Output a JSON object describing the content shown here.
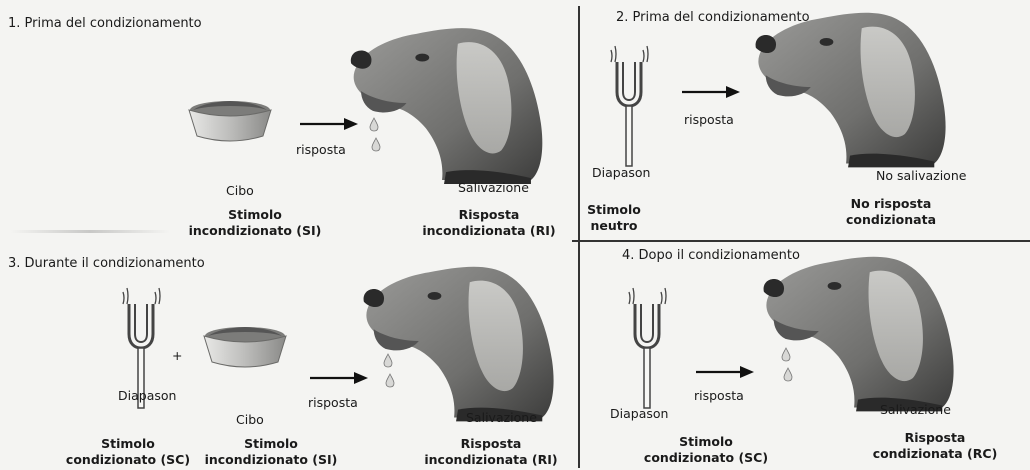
{
  "panels": [
    {
      "title": "1. Prima del condizionamento",
      "arrow_label": "risposta",
      "stimulus_label": "Cibo",
      "response_label": "Salivazione",
      "stimulus_term": [
        "Stimolo",
        "incondizionato (SI)"
      ],
      "response_term": [
        "Risposta",
        "incondizionata (RI)"
      ]
    },
    {
      "title": "2. Prima del condizionamento",
      "arrow_label": "risposta",
      "stimulus_label": "Diapason",
      "response_label": "No salivazione",
      "stimulus_term": [
        "Stimolo",
        "neutro"
      ],
      "response_term": [
        "No risposta",
        "condizionata"
      ]
    },
    {
      "title": "3. Durante il condizionamento",
      "arrow_label": "risposta",
      "stimulus_label": "Diapason",
      "plus": "+",
      "stimulus2_label": "Cibo",
      "response_label": "Salivazione",
      "stimulus_term": [
        "Stimolo",
        "condizionato (SC)"
      ],
      "stimulus2_term": [
        "Stimolo",
        "incondizionato (SI)"
      ],
      "response_term": [
        "Risposta",
        "incondizionata (RI)"
      ]
    },
    {
      "title": "4. Dopo il condizionamento",
      "arrow_label": "risposta",
      "stimulus_label": "Diapason",
      "response_label": "Salivazione",
      "stimulus_term": [
        "Stimolo",
        "condizionato (SC)"
      ],
      "response_term": [
        "Risposta",
        "condizionata (RC)"
      ]
    }
  ],
  "icons": {
    "dog": "dog-head-icon",
    "bowl": "food-bowl-icon",
    "fork": "tuning-fork-icon",
    "arrow": "arrow-right-icon",
    "drops": "saliva-drops-icon"
  }
}
